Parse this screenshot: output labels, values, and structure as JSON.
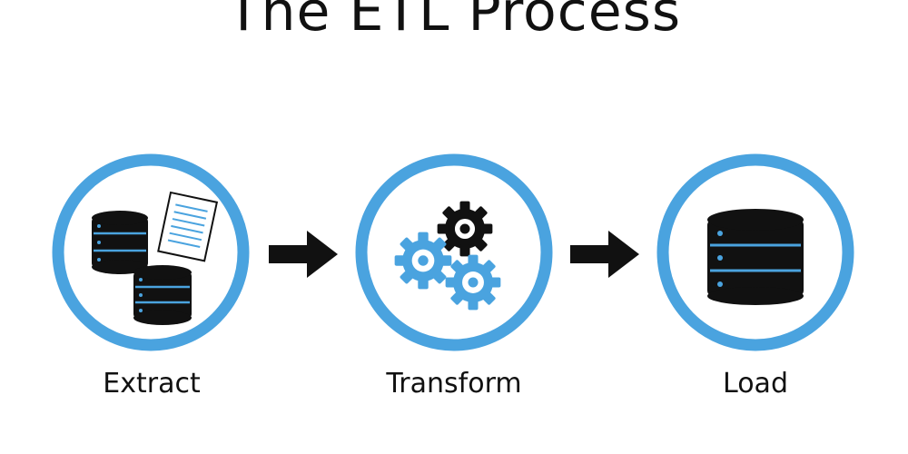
{
  "title": "The ETL Process",
  "steps": {
    "extract": {
      "label": "Extract",
      "icons": [
        "database-icon",
        "document-icon",
        "database-icon"
      ]
    },
    "transform": {
      "label": "Transform",
      "icons": [
        "gear-icon",
        "gear-icon",
        "gear-icon"
      ]
    },
    "load": {
      "label": "Load",
      "icons": [
        "database-icon"
      ]
    }
  },
  "colors": {
    "accent_blue": "#4aa3df",
    "dark": "#111111",
    "text": "#111111",
    "background": "#ffffff"
  }
}
